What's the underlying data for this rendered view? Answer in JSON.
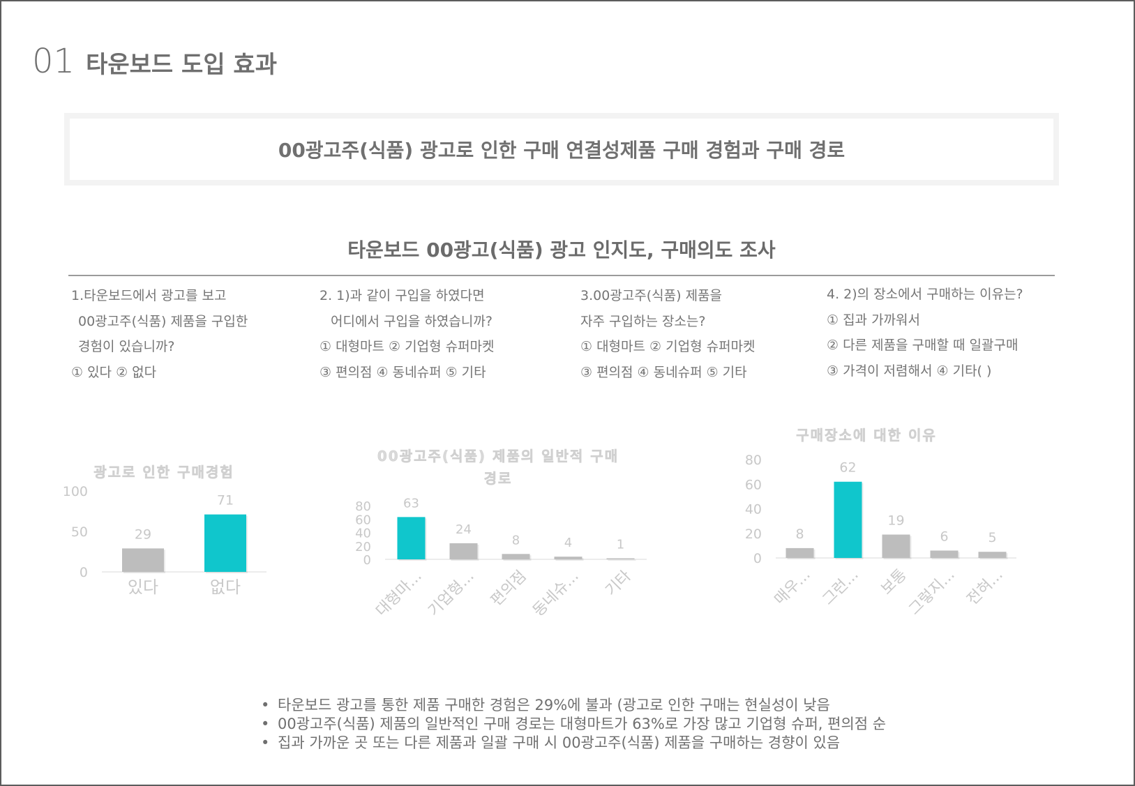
{
  "header": {
    "number": "01",
    "title": "타운보드 도입 효과"
  },
  "banner": "00광고주(식품) 광고로 인한 구매 연결성제품 구매 경험과 구매 경로",
  "survey_title": "타운보드 00광고(식품) 광고 인지도, 구매의도 조사",
  "questions": [
    {
      "lines": [
        "1.타운보드에서 광고를 보고",
        "  00광고주(식품) 제품을 구입한",
        "  경험이 있습니까?",
        "① 있다 ② 없다"
      ]
    },
    {
      "lines": [
        "2. 1)과 같이 구입을 하였다면",
        "   어디에서 구입을 하였습니까?",
        "① 대형마트 ② 기업형 슈퍼마켓",
        "③ 편의점 ④ 동네슈퍼 ⑤ 기타"
      ]
    },
    {
      "lines": [
        "3.00광고주(식품) 제품을",
        "자주 구입하는 장소는?",
        "① 대형마트 ② 기업형 슈퍼마켓",
        "③ 편의점 ④ 동네슈퍼 ⑤ 기타"
      ]
    },
    {
      "lines": [
        "4. 2)의 장소에서 구매하는 이유는?",
        "① 집과 가까워서",
        "② 다른 제품을 구매할 때 일괄구매",
        "③ 가격이 저렴해서 ④ 기타(     )"
      ]
    }
  ],
  "colors": {
    "highlight": "#10c6cc",
    "bar": "#bdbdbd",
    "axis_text": "#c8c8c8",
    "title_text": "#d9d9d9"
  },
  "chart_data": [
    {
      "type": "bar",
      "title_lines": [
        "광고로 인한 구매경험"
      ],
      "categories": [
        "있다",
        "없다"
      ],
      "values": [
        29,
        71
      ],
      "highlight_index": 1,
      "yticks": [
        0,
        50,
        100
      ],
      "ylim": [
        0,
        100
      ],
      "rotate_labels": false
    },
    {
      "type": "bar",
      "title_lines": [
        "00광고주(식품) 제품의 일반적 구매",
        "경로"
      ],
      "categories": [
        "대형마...",
        "기업형...",
        "편의점",
        "동네슈...",
        "기타"
      ],
      "values": [
        63,
        24,
        8,
        4,
        1
      ],
      "highlight_index": 0,
      "yticks": [
        0,
        20,
        40,
        60,
        80
      ],
      "ylim": [
        0,
        80
      ],
      "rotate_labels": true
    },
    {
      "type": "bar",
      "title_lines": [
        "구매장소에 대한 이유"
      ],
      "categories": [
        "매우...",
        "그런...",
        "보통",
        "그렇지...",
        "전혀..."
      ],
      "values": [
        8,
        62,
        19,
        6,
        5
      ],
      "highlight_index": 1,
      "yticks": [
        0,
        20,
        40,
        60,
        80
      ],
      "ylim": [
        0,
        80
      ],
      "rotate_labels": true
    }
  ],
  "notes": [
    "타운보드 광고를 통한 제품 구매한 경험은 29%에 불과 (광고로 인한 구매는 현실성이 낮음",
    "00광고주(식품) 제품의 일반적인 구매 경로는 대형마트가 63%로 가장 많고 기업형 슈퍼, 편의점 순",
    "집과 가까운 곳 또는 다른 제품과 일괄 구매 시 00광고주(식품) 제품을 구매하는 경향이 있음"
  ]
}
